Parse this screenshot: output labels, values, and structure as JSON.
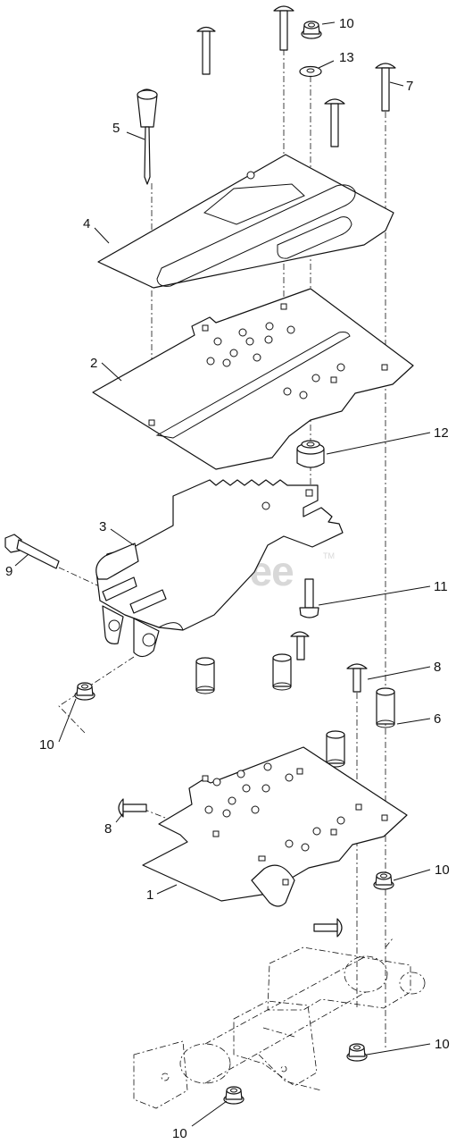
{
  "watermark": {
    "text": "PartsTree",
    "tm": "TM"
  },
  "callouts": [
    {
      "id": "c-10-top",
      "label": "10"
    },
    {
      "id": "c-13",
      "label": "13"
    },
    {
      "id": "c-7",
      "label": "7"
    },
    {
      "id": "c-5",
      "label": "5"
    },
    {
      "id": "c-4",
      "label": "4"
    },
    {
      "id": "c-2",
      "label": "2"
    },
    {
      "id": "c-12",
      "label": "12"
    },
    {
      "id": "c-3",
      "label": "3"
    },
    {
      "id": "c-9",
      "label": "9"
    },
    {
      "id": "c-11",
      "label": "11"
    },
    {
      "id": "c-8-right",
      "label": "8"
    },
    {
      "id": "c-6",
      "label": "6"
    },
    {
      "id": "c-10-left",
      "label": "10"
    },
    {
      "id": "c-8-left",
      "label": "8"
    },
    {
      "id": "c-10-mid",
      "label": "10"
    },
    {
      "id": "c-1",
      "label": "1"
    },
    {
      "id": "c-10-low",
      "label": "10"
    },
    {
      "id": "c-10-bottom",
      "label": "10"
    }
  ]
}
